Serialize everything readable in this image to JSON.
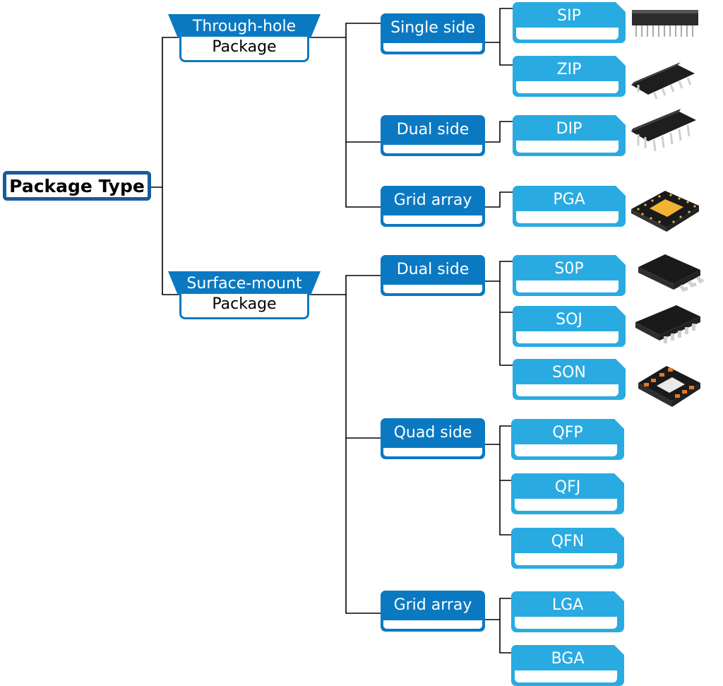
{
  "root": {
    "label": "Package Type"
  },
  "mounts": [
    {
      "title": "Through-hole",
      "subtitle": "Package",
      "sides": [
        {
          "label": "Single side",
          "packages": [
            "SIP",
            "ZIP"
          ]
        },
        {
          "label": "Dual side",
          "packages": [
            "DIP"
          ]
        },
        {
          "label": "Grid array",
          "packages": [
            "PGA"
          ]
        }
      ]
    },
    {
      "title": "Surface-mount",
      "subtitle": "Package",
      "sides": [
        {
          "label": "Dual side",
          "packages": [
            "S0P",
            "SOJ",
            "SON"
          ]
        },
        {
          "label": "Quad side",
          "packages": [
            "QFP",
            "QFJ",
            "QFN"
          ]
        },
        {
          "label": "Grid array",
          "packages": [
            "LGA",
            "BGA"
          ]
        }
      ]
    }
  ],
  "colors": {
    "dark_blue": "#0b79c2",
    "light_blue": "#29abe2",
    "root_border": "#1a5a9c",
    "line": "#000000"
  },
  "chip_images": [
    "sip-chip",
    "zip-chip",
    "dip-chip",
    "pga-chip",
    "sop-chip",
    "soj-chip",
    "son-chip"
  ]
}
